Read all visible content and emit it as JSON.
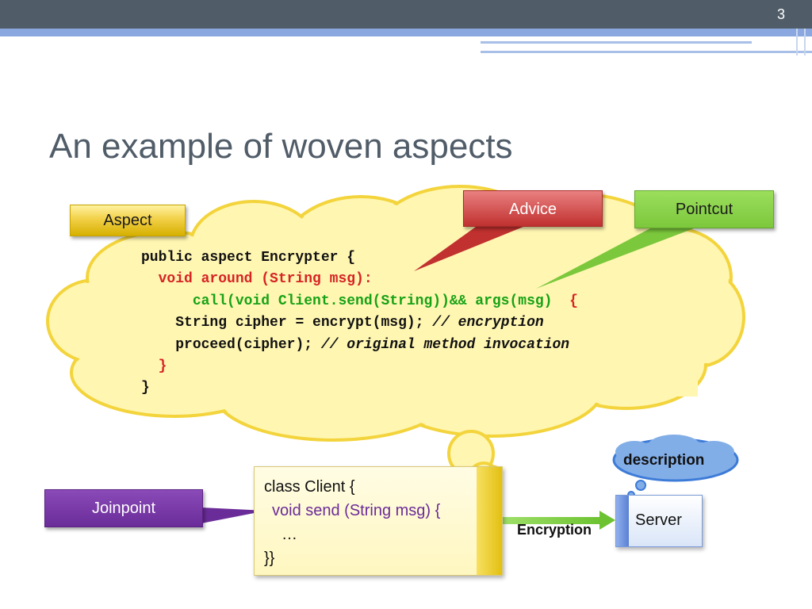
{
  "slide_number": "3",
  "title": "An example of woven aspects",
  "labels": {
    "aspect": "Aspect",
    "advice": "Advice",
    "pointcut": "Pointcut",
    "joinpoint": "Joinpoint",
    "encryption": "Encryption",
    "server": "Server",
    "description": "description"
  },
  "aspect_code": {
    "line1": "public aspect Encrypter {",
    "line2": "void around (String msg):",
    "line3": "call(void Client.send(String))&& args(msg)",
    "line3_brace": "{",
    "line4": "String cipher = encrypt(msg); ",
    "line4_comment": "// encryption",
    "line5": "proceed(cipher); ",
    "line5_comment": "// original method invocation",
    "line6": "}",
    "line7": "}"
  },
  "client_code": {
    "line1": "class Client {",
    "line2": "void send (String msg) {",
    "line3": "…",
    "line4": "}}"
  },
  "colors": {
    "advice": "#c0312f",
    "pointcut": "#7cc83c",
    "joinpoint": "#6a2c98",
    "aspect": "#f2d048",
    "cloud_fill": "#fff6b2",
    "cloud_stroke": "#f3d43c"
  }
}
